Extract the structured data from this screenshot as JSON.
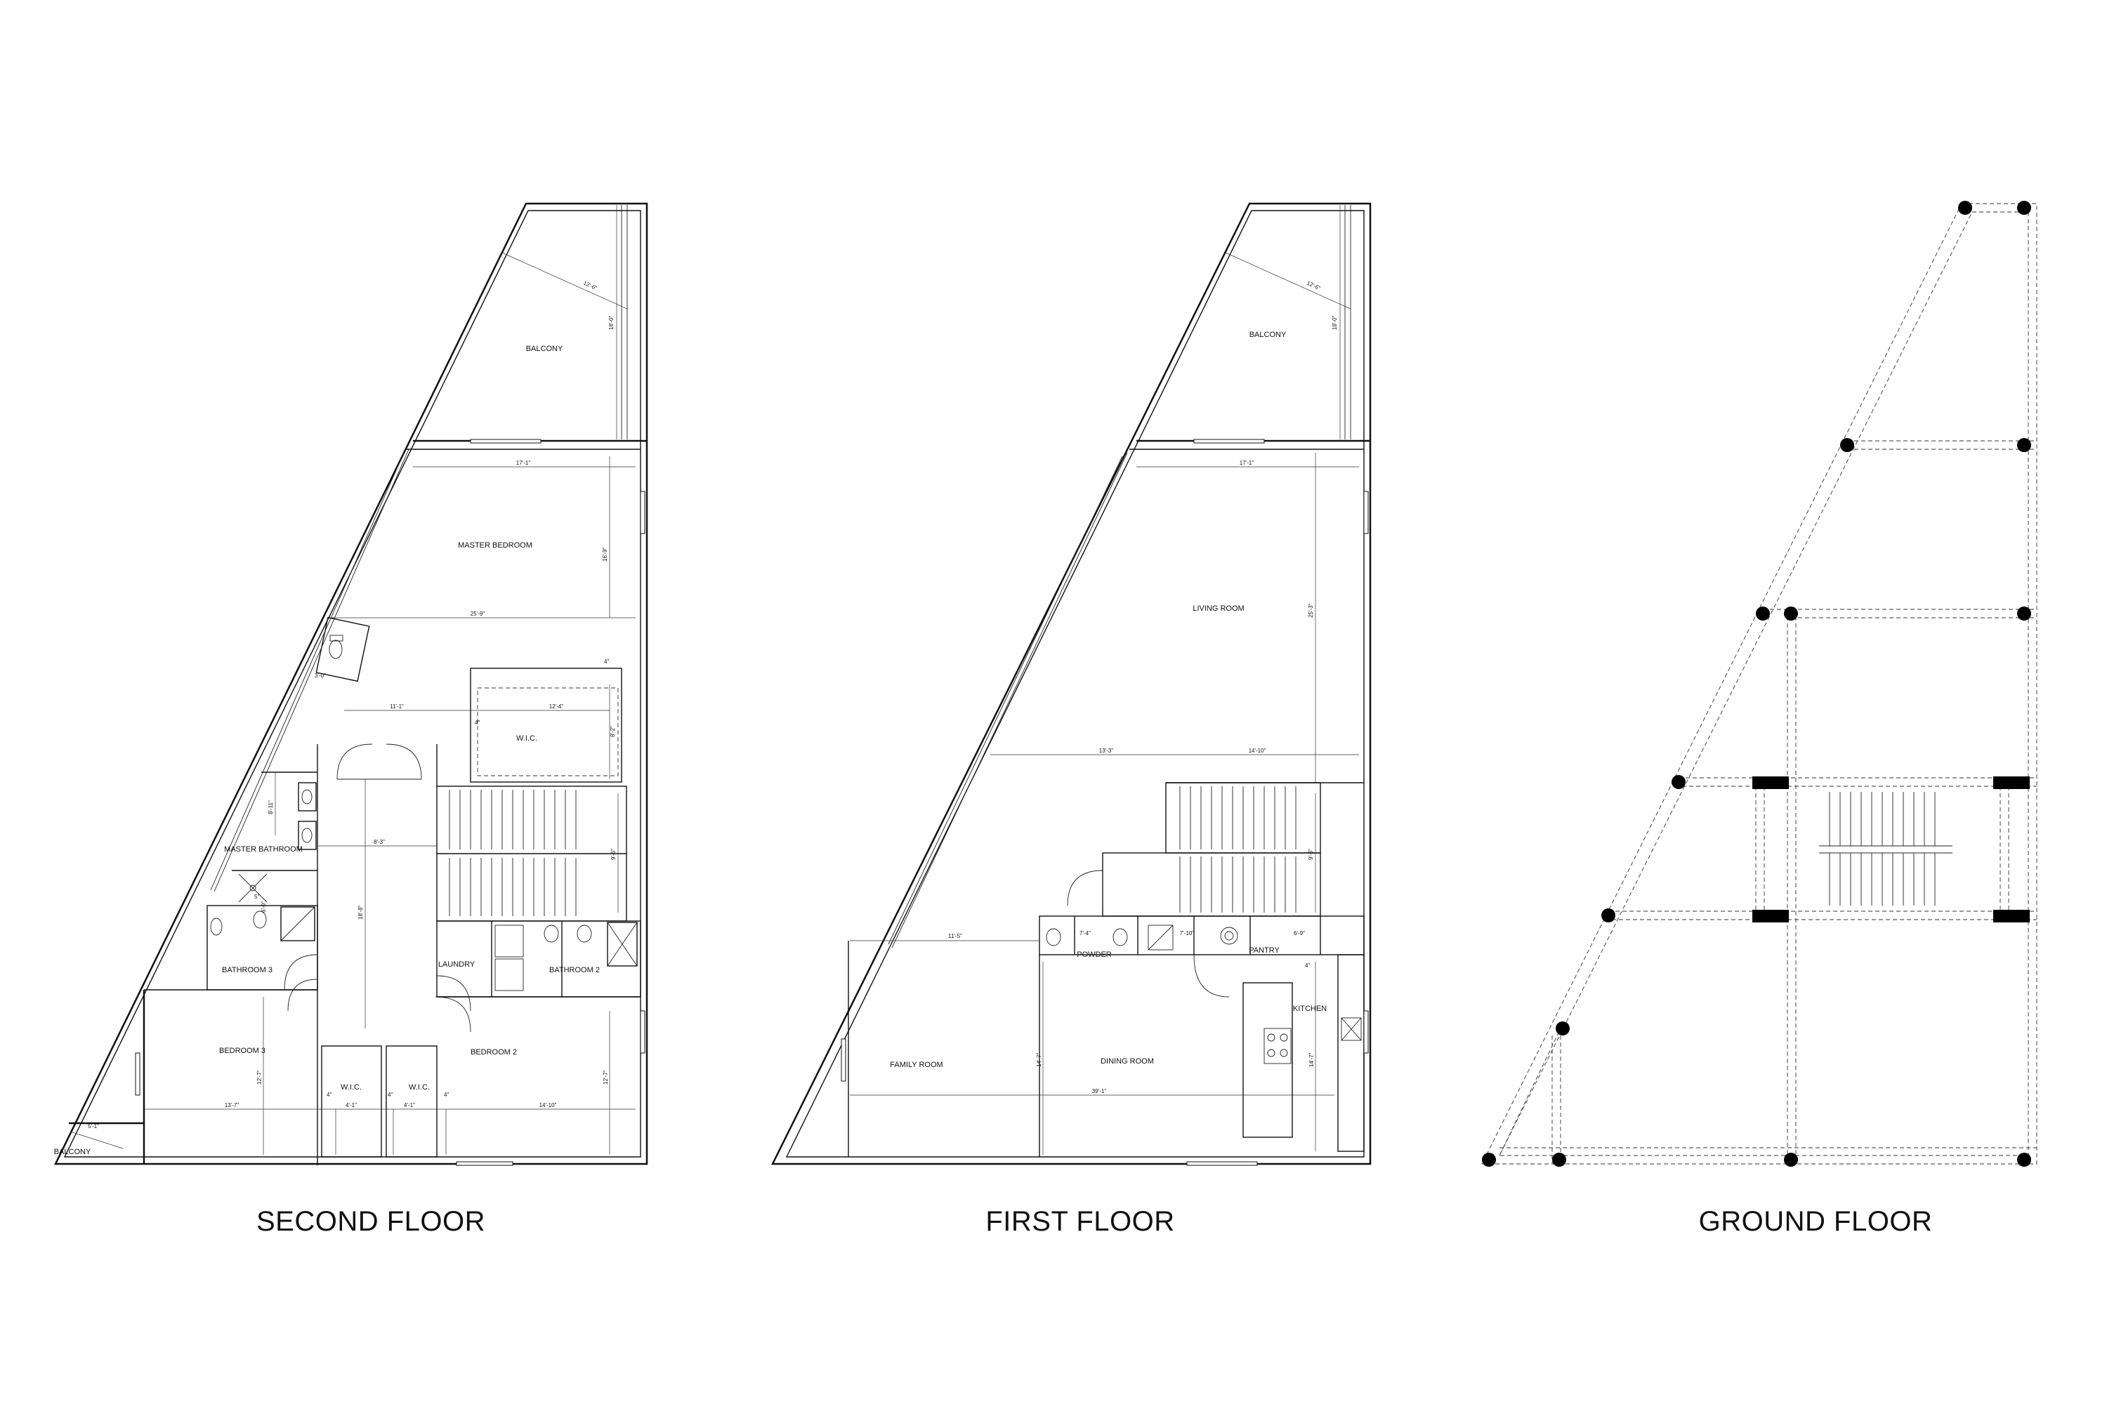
{
  "titles": {
    "second": "SECOND FLOOR",
    "first": "FIRST FLOOR",
    "ground": "GROUND FLOOR"
  },
  "second_floor": {
    "rooms": {
      "balcony_top": "BALCONY",
      "master_bedroom": "MASTER BEDROOM",
      "wic_master": "W.I.C.",
      "master_bathroom": "MASTER BATHROOM",
      "bathroom3": "BATHROOM 3",
      "laundry": "LAUNDRY",
      "bathroom2": "BATHROOM 2",
      "bedroom3": "BEDROOM 3",
      "bedroom2": "BEDROOM 2",
      "wic_left": "W.I.C.",
      "wic_right": "W.I.C.",
      "balcony_bottom": "BALCONY"
    },
    "dims": {
      "balcony_diag": "12'-6\"",
      "balcony_v": "18'-0\"",
      "mb_top": "17'-1\"",
      "mb_v": "16'-9\"",
      "mb_width": "25'-9\"",
      "wic_v": "4\"",
      "hall_left": "11'-1\"",
      "hall_right": "12'-4\"",
      "wic_small": "4\"",
      "wic_h": "8'-2\"",
      "toilet_w": "3'-0\"",
      "mbath_v": "8'-11\"",
      "hall_w": "8'-3\"",
      "stair_v": "9'-6\"",
      "hall_v": "18'-8\"",
      "bath_small": "6'-0\"",
      "bath_small2": "5\"",
      "bed3_v": "12'-7\"",
      "bed2_v": "12'-7\"",
      "bed3_w": "13'-7\"",
      "wic_l1": "4\"",
      "wic_l2": "4'-1\"",
      "wic_r1": "4\"",
      "wic_r2": "4'-1\"",
      "wic_r3": "4\"",
      "bed2_w": "14'-10\"",
      "balc_small": "5'-1\""
    }
  },
  "first_floor": {
    "rooms": {
      "balcony": "BALCONY",
      "living_room": "LIVING ROOM",
      "powder": "POWDER",
      "pantry": "PANTRY",
      "kitchen": "KITCHEN",
      "family_room": "FAMILY ROOM",
      "dining_room": "DINING ROOM"
    },
    "dims": {
      "balcony_diag": "12'-6\"",
      "balcony_v": "18'-0\"",
      "lr_top": "17'-1\"",
      "lr_v": "25'-3\"",
      "lr_left": "13'-3\"",
      "lr_right": "14'-10\"",
      "stair_v": "9'-6\"",
      "fr_top": "11'-5\"",
      "powder_w": "7'-4\"",
      "wc_w": "7'-10\"",
      "pantry_w": "6'-9\"",
      "pantry_v": "4\"",
      "dr_v": "14'-7\"",
      "k_v": "14'-7\"",
      "total_w": "39'-1\""
    }
  },
  "ground_floor": {}
}
